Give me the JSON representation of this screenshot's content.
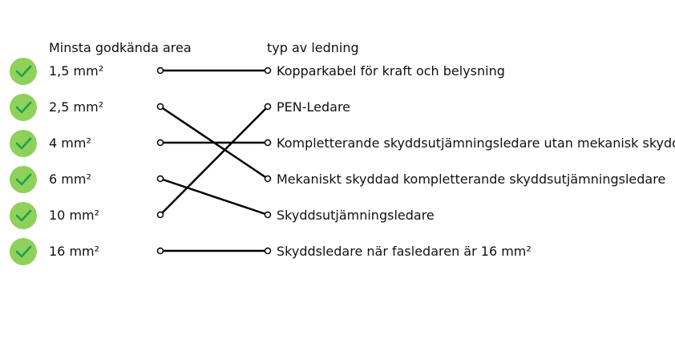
{
  "headers": {
    "left": "Minsta godkända area",
    "right": "typ av ledning"
  },
  "colors": {
    "check_fill": "#8ed15b",
    "check_mark": "#1ea04a",
    "line": "#000000"
  },
  "areas": [
    {
      "label": "1,5 mm²",
      "correct": true,
      "icon": "checkmark-icon"
    },
    {
      "label": "2,5 mm²",
      "correct": true,
      "icon": "checkmark-icon"
    },
    {
      "label": "4 mm²",
      "correct": true,
      "icon": "checkmark-icon"
    },
    {
      "label": "6 mm²",
      "correct": true,
      "icon": "checkmark-icon"
    },
    {
      "label": "10 mm²",
      "correct": true,
      "icon": "checkmark-icon"
    },
    {
      "label": "16 mm²",
      "correct": true,
      "icon": "checkmark-icon"
    }
  ],
  "wire_types": [
    {
      "label": "Kopparkabel för kraft och belysning"
    },
    {
      "label": "PEN-Ledare"
    },
    {
      "label": "Kompletterande skyddsutjämningsledare utan mekanisk skydd"
    },
    {
      "label": "Mekaniskt skyddad kompletterande skyddsutjämningsledare"
    },
    {
      "label": "Skyddsutjämningsledare"
    },
    {
      "label": "Skyddsledare när fasledaren är 16 mm²"
    }
  ],
  "matches": [
    {
      "area_index": 0,
      "wire_index": 0
    },
    {
      "area_index": 1,
      "wire_index": 3
    },
    {
      "area_index": 2,
      "wire_index": 2
    },
    {
      "area_index": 3,
      "wire_index": 4
    },
    {
      "area_index": 4,
      "wire_index": 1
    },
    {
      "area_index": 5,
      "wire_index": 5
    }
  ]
}
